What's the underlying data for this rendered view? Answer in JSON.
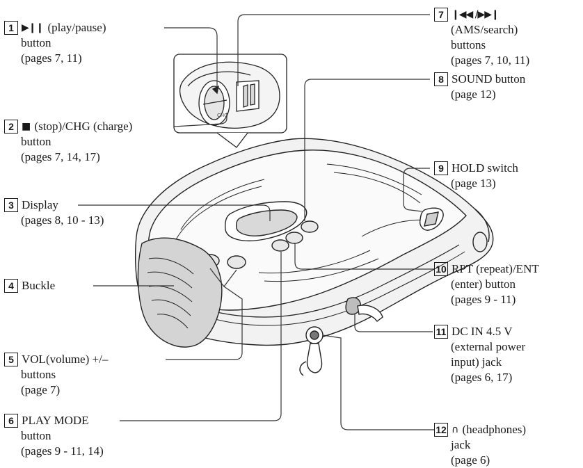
{
  "callouts": [
    {
      "num": "1",
      "sym": "▶❙❙",
      "lines": [
        "(play/pause)",
        "button",
        "(pages 7, 11)"
      ]
    },
    {
      "num": "2",
      "sym": "■",
      "lines": [
        "(stop)/CHG (charge)",
        "button",
        "(pages 7, 14, 17)"
      ]
    },
    {
      "num": "3",
      "sym": "",
      "lines": [
        "Display",
        "(pages 8, 10 - 13)"
      ]
    },
    {
      "num": "4",
      "sym": "",
      "lines": [
        "Buckle"
      ]
    },
    {
      "num": "5",
      "sym": "",
      "lines": [
        "VOL(volume) +/–",
        "buttons",
        "(page 7)"
      ]
    },
    {
      "num": "6",
      "sym": "",
      "lines": [
        "PLAY MODE",
        "button",
        "(pages 9 - 11, 14)"
      ]
    },
    {
      "num": "7",
      "sym": "❙◀◀ /▶▶❙",
      "lines": [
        "",
        "(AMS/search)",
        "buttons",
        "(pages 7, 10, 11)"
      ]
    },
    {
      "num": "8",
      "sym": "",
      "lines": [
        "SOUND button",
        "(page 12)"
      ]
    },
    {
      "num": "9",
      "sym": "",
      "lines": [
        "HOLD switch",
        "(page 13)"
      ]
    },
    {
      "num": "10",
      "sym": "",
      "lines": [
        "RPT (repeat)/ENT",
        "(enter) button",
        "(pages 9 - 11)"
      ]
    },
    {
      "num": "11",
      "sym": "",
      "lines": [
        "DC IN 4.5 V",
        "(external power",
        "input) jack",
        "(pages 6, 17)"
      ]
    },
    {
      "num": "12",
      "sym": "∩",
      "lines": [
        "(headphones)",
        "jack",
        "(page 6)"
      ]
    }
  ]
}
